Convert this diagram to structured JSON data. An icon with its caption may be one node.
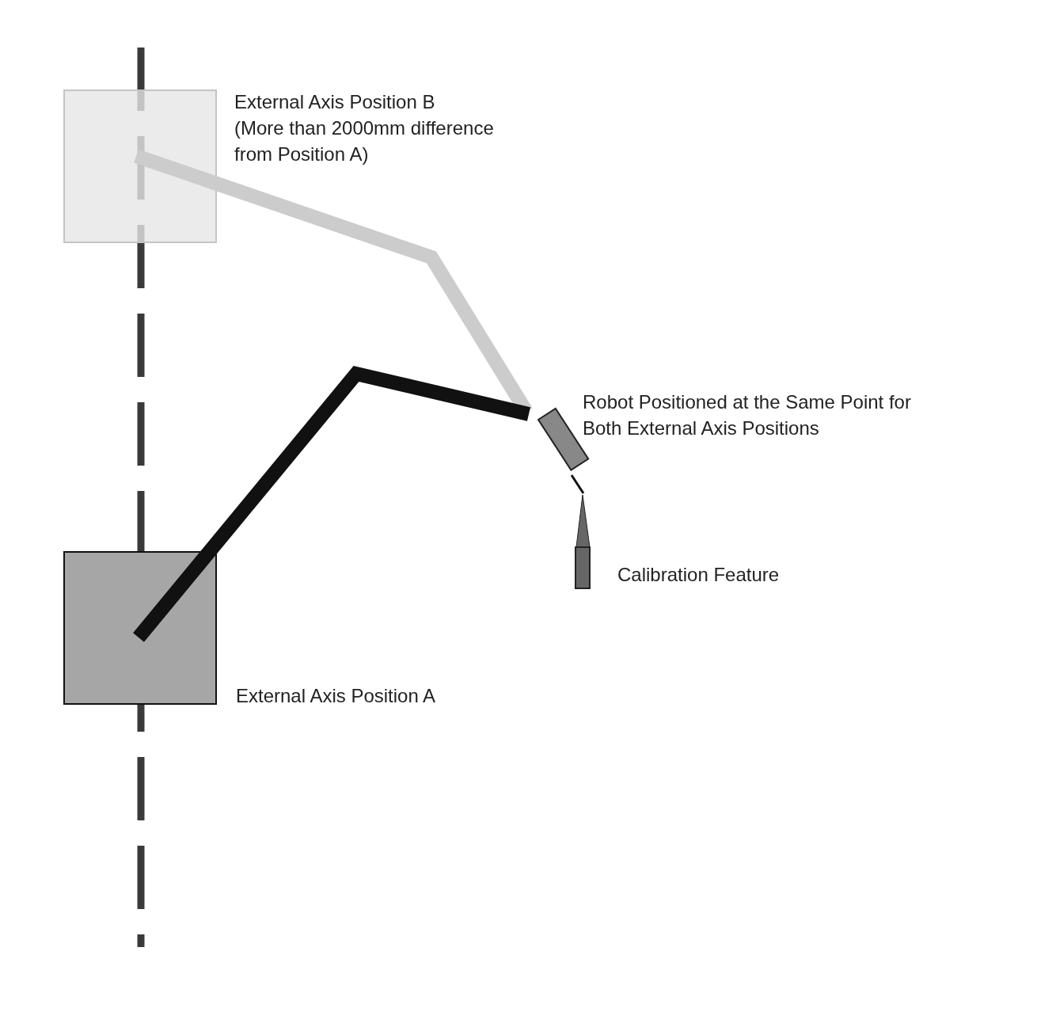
{
  "diagram": {
    "nodes": [
      {
        "text": [],
        "shape": "box"
      },
      {
        "text": [],
        "shape": "box"
      }
    ],
    "labels": [
      "External Axis Position B",
      "(More than 2000mm difference from Position A)",
      "Robot Positioned at the Same Point for Both External Axis Positions",
      "Calibration Feature",
      "External Axis Position A"
    ]
  }
}
